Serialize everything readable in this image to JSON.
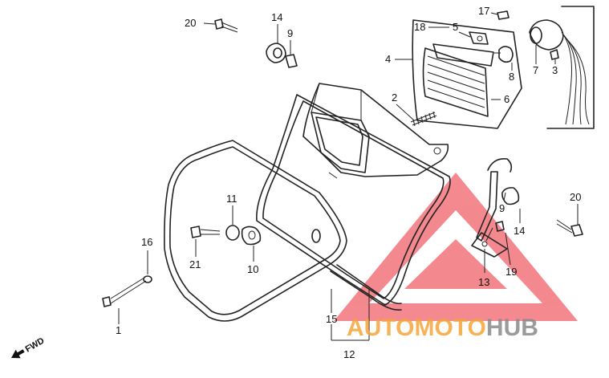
{
  "labels": {
    "p20a": "20",
    "p14a": "14",
    "p9a": "9",
    "p17": "17",
    "p18": "18",
    "p5": "5",
    "p4": "4",
    "p8": "8",
    "p7": "7",
    "p3": "3",
    "p6": "6",
    "p2": "2",
    "p11": "11",
    "p21": "21",
    "p10": "10",
    "p16": "16",
    "p1": "1",
    "p15": "15",
    "p12": "12",
    "p9b": "9",
    "p14b": "14",
    "p20b": "20",
    "p13": "13",
    "p19": "19"
  },
  "fwd": "FWD",
  "watermark": {
    "part1": "AUTO",
    "part2": "MOTO",
    "part3": "HUB"
  },
  "colors": {
    "watermark_red": "#e8434a",
    "watermark_orange": "#f5a53a",
    "watermark_gray": "#8a8a8a",
    "line": "#222222"
  }
}
